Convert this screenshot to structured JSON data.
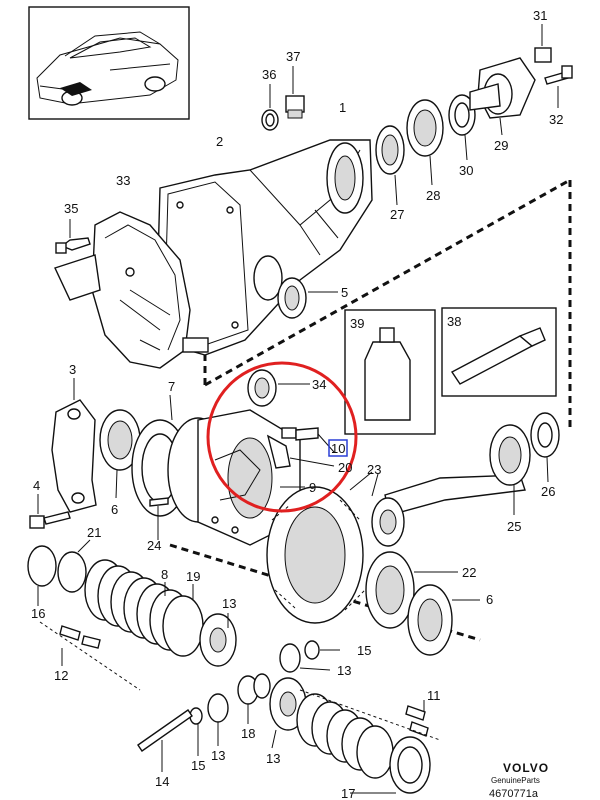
{
  "callouts": {
    "c1": "1",
    "c2": "2",
    "c3": "3",
    "c4": "4",
    "c5": "5",
    "c6a": "6",
    "c6b": "6",
    "c7": "7",
    "c8": "8",
    "c9": "9",
    "c10": "10",
    "c11": "11",
    "c12": "12",
    "c13a": "13",
    "c13b": "13",
    "c13c": "13",
    "c13d": "13",
    "c14": "14",
    "c15a": "15",
    "c15b": "15",
    "c16": "16",
    "c17": "17",
    "c18": "18",
    "c19": "19",
    "c20": "20",
    "c21": "21",
    "c22": "22",
    "c23": "23",
    "c24": "24",
    "c25": "25",
    "c26": "26",
    "c27": "27",
    "c28": "28",
    "c29": "29",
    "c30": "30",
    "c31": "31",
    "c32": "32",
    "c33": "33",
    "c34": "34",
    "c35": "35",
    "c36": "36",
    "c37": "37",
    "c38": "38",
    "c39": "39"
  },
  "footer": {
    "brand": "VOLVO",
    "sub": "GenuineParts",
    "code": "4670771a"
  },
  "highlight": {
    "circle_color": "#e02020",
    "box_color": "#2a3fd6"
  }
}
